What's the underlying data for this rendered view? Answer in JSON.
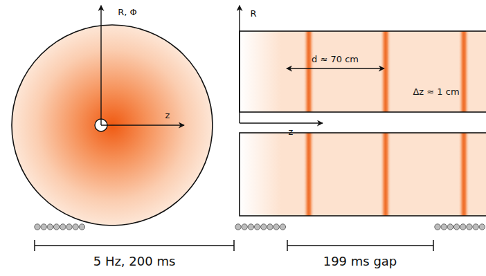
{
  "diagram": {
    "labels": [
      "R, Φ",
      "z",
      "R",
      "z",
      "d ≈ 70 cm",
      "Δz ≈ 1 cm",
      "5 Hz, 200 ms",
      "199 ms gap"
    ]
  }
}
